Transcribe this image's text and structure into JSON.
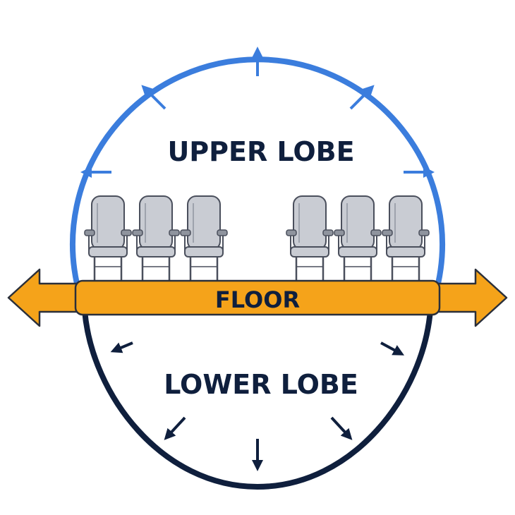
{
  "labels": {
    "upper": "UPPER LOBE",
    "lower": "LOWER LOBE",
    "floor": "FLOOR"
  },
  "colors": {
    "upper_lobe": "#3b7ddd",
    "lower_lobe": "#0f1f3d",
    "floor_fill": "#f5a31a",
    "floor_stroke": "#2a2f3a",
    "seat_fill": "#c9ccd3",
    "seat_stroke": "#4a4f5c",
    "text": "#0f1f3d"
  },
  "icons": {
    "upper_arrows": "arrow-outward-icon",
    "lower_arrows": "arrow-outward-icon",
    "seats": "seat-icon"
  }
}
